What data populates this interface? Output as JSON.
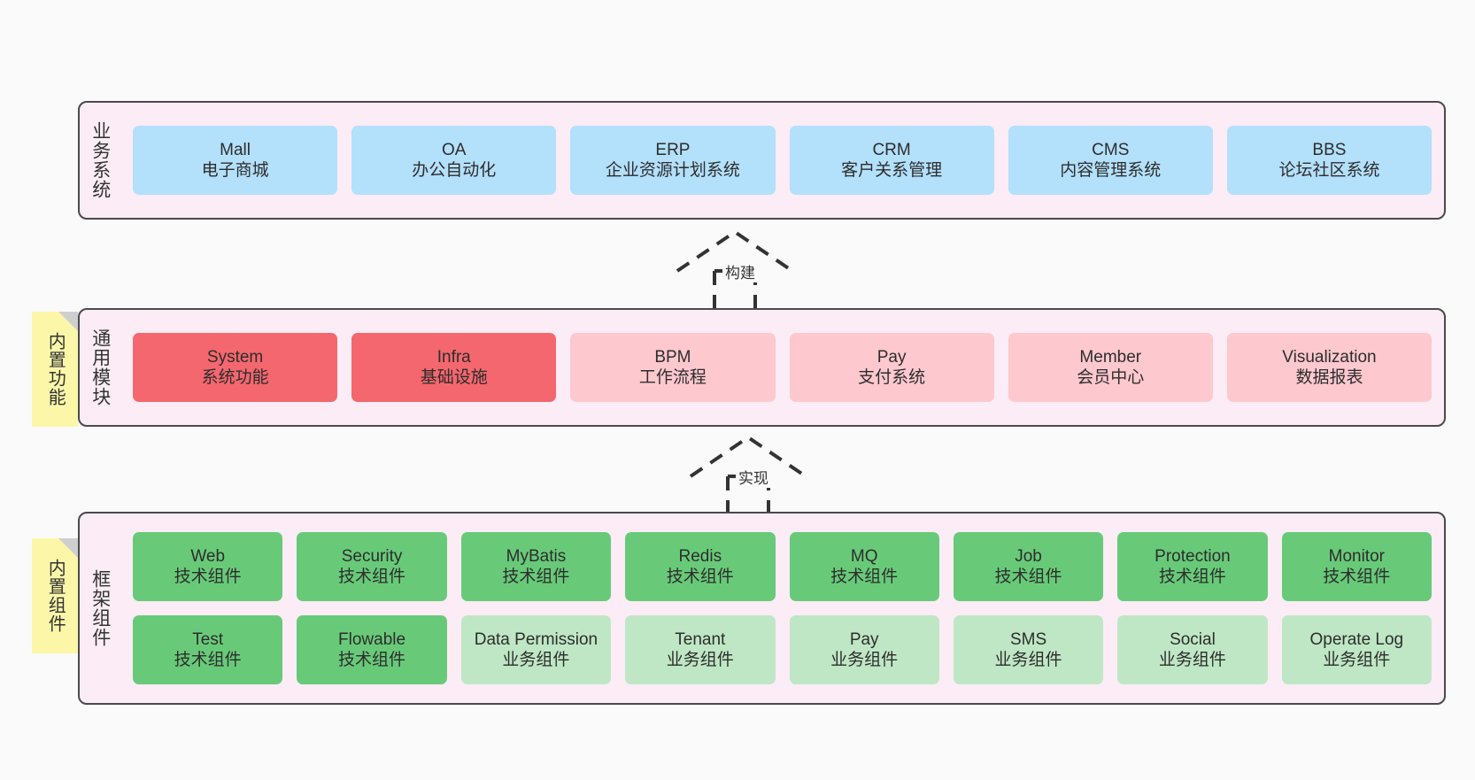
{
  "diagram": {
    "background": "#fafafa",
    "panel_bg": "#fbecf5",
    "panel_border": "#4a4a4a",
    "note_bg": "#fcf7a8",
    "colors": {
      "blue": "#b3e0fb",
      "red": "#f4676e",
      "pink": "#fdc8ce",
      "green": "#68ca79",
      "light_green": "#bfe7c5"
    }
  },
  "notes": [
    {
      "text": "内置功能"
    },
    {
      "text": "内置组件"
    }
  ],
  "connectors": [
    {
      "label": "构建"
    },
    {
      "label": "实现"
    }
  ],
  "layers": [
    {
      "label": "业务系统",
      "rows": [
        [
          {
            "title": "Mall",
            "subtitle": "电子商城",
            "color": "blue"
          },
          {
            "title": "OA",
            "subtitle": "办公自动化",
            "color": "blue"
          },
          {
            "title": "ERP",
            "subtitle": "企业资源计划系统",
            "color": "blue"
          },
          {
            "title": "CRM",
            "subtitle": "客户关系管理",
            "color": "blue"
          },
          {
            "title": "CMS",
            "subtitle": "内容管理系统",
            "color": "blue"
          },
          {
            "title": "BBS",
            "subtitle": "论坛社区系统",
            "color": "blue"
          }
        ]
      ]
    },
    {
      "label": "通用模块",
      "rows": [
        [
          {
            "title": "System",
            "subtitle": "系统功能",
            "color": "red"
          },
          {
            "title": "Infra",
            "subtitle": "基础设施",
            "color": "red"
          },
          {
            "title": "BPM",
            "subtitle": "工作流程",
            "color": "pink"
          },
          {
            "title": "Pay",
            "subtitle": "支付系统",
            "color": "pink"
          },
          {
            "title": "Member",
            "subtitle": "会员中心",
            "color": "pink"
          },
          {
            "title": "Visualization",
            "subtitle": "数据报表",
            "color": "pink"
          }
        ]
      ]
    },
    {
      "label": "框架组件",
      "rows": [
        [
          {
            "title": "Web",
            "subtitle": "技术组件",
            "color": "green"
          },
          {
            "title": "Security",
            "subtitle": "技术组件",
            "color": "green"
          },
          {
            "title": "MyBatis",
            "subtitle": "技术组件",
            "color": "green"
          },
          {
            "title": "Redis",
            "subtitle": "技术组件",
            "color": "green"
          },
          {
            "title": "MQ",
            "subtitle": "技术组件",
            "color": "green"
          },
          {
            "title": "Job",
            "subtitle": "技术组件",
            "color": "green"
          },
          {
            "title": "Protection",
            "subtitle": "技术组件",
            "color": "green"
          },
          {
            "title": "Monitor",
            "subtitle": "技术组件",
            "color": "green"
          }
        ],
        [
          {
            "title": "Test",
            "subtitle": "技术组件",
            "color": "green"
          },
          {
            "title": "Flowable",
            "subtitle": "技术组件",
            "color": "green"
          },
          {
            "title": "Data Permission",
            "subtitle": "业务组件",
            "color": "light_green"
          },
          {
            "title": "Tenant",
            "subtitle": "业务组件",
            "color": "light_green"
          },
          {
            "title": "Pay",
            "subtitle": "业务组件",
            "color": "light_green"
          },
          {
            "title": "SMS",
            "subtitle": "业务组件",
            "color": "light_green"
          },
          {
            "title": "Social",
            "subtitle": "业务组件",
            "color": "light_green"
          },
          {
            "title": "Operate Log",
            "subtitle": "业务组件",
            "color": "light_green"
          }
        ]
      ]
    }
  ]
}
